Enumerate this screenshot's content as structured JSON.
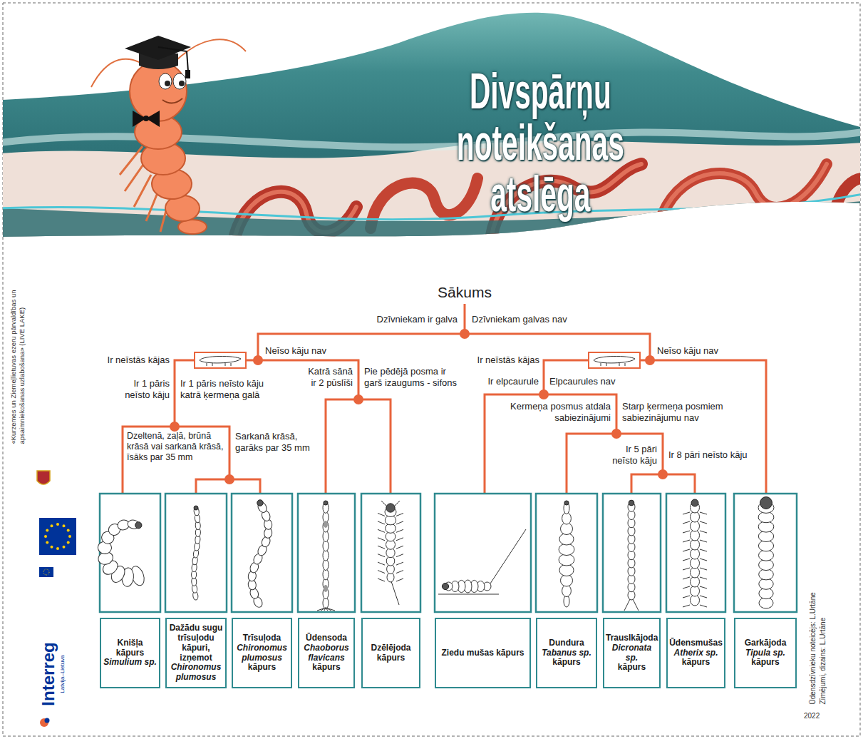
{
  "diagram": {
    "title": "Divspārņu noteikšanas atslēga",
    "nodes": [
      {
        "text": [
          "Knišļa kāpurs",
          "Simulium sp."
        ]
      },
      {
        "text": [
          "Dažādu sugu trīsuļodu kāpuri, izņemot",
          "Chironomus plumosus"
        ]
      },
      {
        "text": [
          "Trīsuļoda",
          "Chironomus plumosus",
          "kāpurs"
        ]
      },
      {
        "text": [
          "Ūdensoda",
          "Chaoborus flavicans",
          "kāpurs"
        ]
      },
      {
        "text": [
          "Dzēlējoda kāpurs"
        ]
      },
      {
        "text": [
          "Ziedu mušas kāpurs"
        ]
      },
      {
        "text": [
          "Dundura",
          "Tabanus sp.",
          "kāpurs"
        ]
      },
      {
        "text": [
          "Trauslkājoda",
          "Dicronata sp.",
          "kāpurs"
        ]
      },
      {
        "text": [
          "Ūdensmušas",
          "Atherix sp.",
          "kāpurs"
        ]
      },
      {
        "text": [
          "Garkājoda",
          "Tipula sp.",
          "kāpurs"
        ]
      }
    ],
    "labels": [
      "Sākums",
      "Dzīvniekam ir galva",
      "Dzīvniekam galvas nav",
      "Ir neīstās kājas",
      "Neīso kāju nav",
      "Ir 1 pāris neīsto kāju",
      "Ir 1 pāris neīsto kāju katrā ķermeņa galā",
      "Katrā sānā ir 2 pūslīši",
      "Pie pēdējā posma ir garš izaugums - sifons",
      "Dzeltenā, zaļā, brūnā krāsā vai sarkanā krāsā, īsāks par 35 mm",
      "Sarkanā krāsā, garāks par 35 mm",
      "Ir neīstās kājas",
      "Neīso kāju nav",
      "Ir elpcaurule",
      "Elpcaurules nav",
      "Kermeņa posmus atdala sabiezinājumi",
      "Starp ķermeņa posmiem sabiezinājumu nav",
      "Ir 5 pāri neīsto kāju",
      "Ir 8 pāri neīsto kāju",
      "«Kurzemes un Ziemeļlietuvas ezeru pārvaldības un apsaimniekošanas uzlabošana» (LIVE LAKE)",
      "Interreg",
      "Latvija–Lietuva",
      "Ūdensdzīvnieku noteicējs: L.Urtāne",
      "Zīmējumi, dizains: L.Urtāne",
      "2022"
    ]
  }
}
